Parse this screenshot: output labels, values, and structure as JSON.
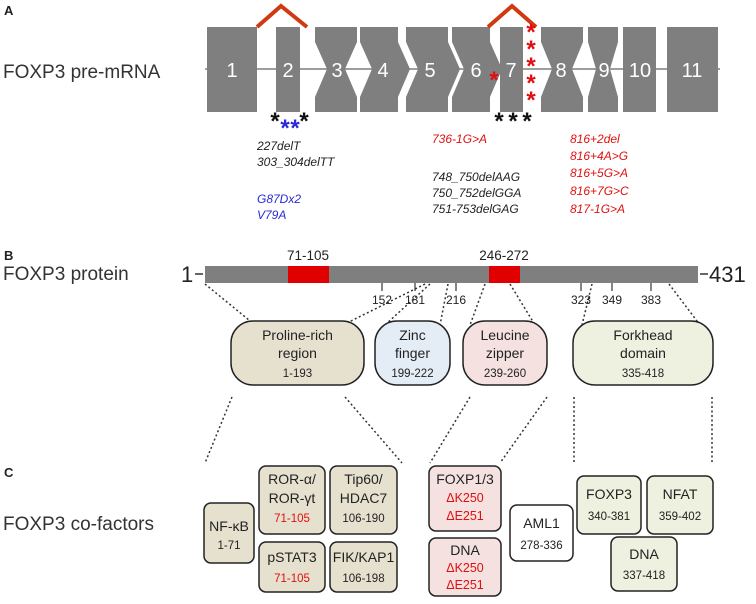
{
  "panels": {
    "a": "A",
    "b": "B",
    "c": "C"
  },
  "pre_mrna": {
    "title": "FOXP3 pre-mRNA",
    "exons": [
      "1",
      "2",
      "3",
      "4",
      "5",
      "6",
      "7",
      "8",
      "9",
      "10",
      "11"
    ],
    "mutations_exon2_black": [
      "227delT",
      "303_304delTT"
    ],
    "mutations_exon2_blue": [
      "G87Dx2",
      "V79A"
    ],
    "mutations_exon7_red": [
      "736-1G>A"
    ],
    "mutations_exon7_black": [
      "748_750delAAG",
      "750_752delGGA",
      "751-753delGAG"
    ],
    "mutations_exon8_red": [
      "816+2del",
      "816+4A>G",
      "816+5G>A",
      "816+7G>C",
      "817-1G>A"
    ]
  },
  "protein": {
    "title": "FOXP3 protein",
    "start": "1",
    "end": "431",
    "region1": "71-105",
    "region2": "246-272",
    "ticks": [
      "152",
      "181",
      "216",
      "323",
      "349",
      "383"
    ]
  },
  "domains": [
    {
      "name1": "Proline-rich",
      "name2": "region",
      "range": "1-193"
    },
    {
      "name1": "Zinc",
      "name2": "finger",
      "range": "199-222"
    },
    {
      "name1": "Leucine",
      "name2": "zipper",
      "range": "239-260"
    },
    {
      "name1": "Forkhead",
      "name2": "domain",
      "range": "335-418"
    }
  ],
  "cofactors": {
    "title": "FOXP3 co-factors",
    "nfkb": {
      "name": "NF-κB",
      "range": "1-71"
    },
    "ror": {
      "name1": "ROR-α/",
      "name2": "ROR-γt",
      "range": "71-105"
    },
    "tip60": {
      "name1": "Tip60/",
      "name2": "HDAC7",
      "range": "106-190"
    },
    "pstat3": {
      "name": "pSTAT3",
      "range": "71-105"
    },
    "fik": {
      "name": "FIK/KAP1",
      "range": "106-198"
    },
    "foxp13": {
      "name": "FOXP1/3",
      "range1": "ΔK250",
      "range2": "ΔE251"
    },
    "dna_lz": {
      "name": "DNA",
      "range1": "ΔK250",
      "range2": "ΔE251"
    },
    "aml1": {
      "name": "AML1",
      "range": "278-336"
    },
    "foxp3": {
      "name": "FOXP3",
      "range": "340-381"
    },
    "nfat": {
      "name": "NFAT",
      "range": "359-402"
    },
    "dna_fh": {
      "name": "DNA",
      "range": "337-418"
    }
  },
  "colors": {
    "exon_gray": "#7f7f7f",
    "splice_red": "#d03a12",
    "mutation_red": "#e01010",
    "mutation_blue": "#2a2ad8",
    "highlight_red": "#e00000",
    "proline_fill": "#e6e1cf",
    "zinc_fill": "#e4ecf6",
    "leucine_fill": "#f4e1e0",
    "forkhead_fill": "#eef0e0"
  }
}
